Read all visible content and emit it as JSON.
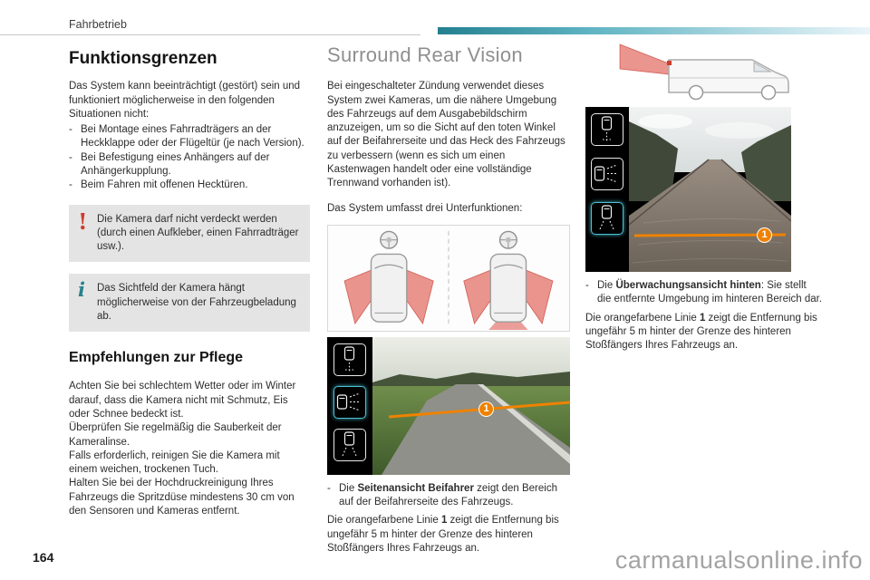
{
  "header": {
    "section": "Fahrbetrieb"
  },
  "footer": {
    "page_number": "164",
    "watermark": "carmanualsonline.info"
  },
  "glyphs": {
    "dash": "-"
  },
  "colors": {
    "accent_teal": "#23808f",
    "warning_red": "#cf3b2d",
    "info_teal": "#27808f",
    "tile_highlight_cyan": "#4cc2d4",
    "distance_line_orange": "#ef8200",
    "camera_zone_red": "#d52b1e"
  },
  "icons": {
    "view_tiles": [
      "rear-far-view-icon",
      "passenger-side-view-icon",
      "rear-near-view-icon"
    ]
  },
  "left": {
    "title": "Funktionsgrenzen",
    "intro": "Das System kann beeinträchtigt (gestört) sein und funktioniert möglicherweise in den folgenden Situationen nicht:",
    "bullets": [
      "Bei Montage eines Fahrradträgers an der Heckklappe oder der Flügeltür (je nach Version).",
      "Bei Befestigung eines Anhängers auf der Anhängerkupplung.",
      "Beim Fahren mit offenen Hecktüren."
    ],
    "warning_icon": "!",
    "warning_text": "Die Kamera darf nicht verdeckt werden (durch einen Aufkleber, einen Fahrradträger usw.).",
    "info_icon": "i",
    "info_text": "Das Sichtfeld der Kamera hängt möglicherweise von der Fahrzeugbeladung ab.",
    "care_title": "Empfehlungen zur Pflege",
    "care_paragraphs": [
      "Achten Sie bei schlechtem Wetter oder im Winter darauf, dass die Kamera nicht mit Schmutz, Eis oder Schnee bedeckt ist.",
      "Überprüfen Sie regelmäßig die Sauberkeit der Kameralinse.",
      "Falls erforderlich, reinigen Sie die Kamera mit einem weichen, trockenen Tuch.",
      "Halten Sie bei der Hochdruckreinigung Ihres Fahrzeugs die Spritzdüse mindestens 30 cm von den Sensoren und Kameras entfernt."
    ]
  },
  "middle": {
    "title": "Surround Rear Vision",
    "intro": "Bei eingeschalteter Zündung verwendet dieses System zwei Kameras, um die nähere Umgebung des Fahrzeugs auf dem Ausgabebildschirm anzuzeigen, um so die Sicht auf den toten Winkel auf der Beifahrerseite und das Heck des Fahrzeugs zu verbessern (wenn es sich um einen Kastenwagen handelt oder eine vollständige Trennwand vorhanden ist).",
    "subfunctions_line": "Das System umfasst drei Unterfunktionen:",
    "marker": "1",
    "caption": {
      "pre": "Die ",
      "bold": "Seitenansicht Beifahrer",
      "post": " zeigt den Bereich auf der Beifahrerseite des Fahrzeugs."
    },
    "note": {
      "pre": "Die orangefarbene Linie ",
      "bold": "1",
      "post": " zeigt die Entfernung bis ungefähr 5 m hinter der Grenze des hinteren Stoßfängers Ihres Fahrzeugs an."
    }
  },
  "right": {
    "marker": "1",
    "caption": {
      "pre": "Die ",
      "bold": "Überwachungsansicht hinten",
      "post": ": Sie stellt die entfernte Umgebung im hinteren Bereich dar."
    },
    "note": {
      "pre": "Die orangefarbene Linie ",
      "bold": "1",
      "post": " zeigt die Entfernung bis ungefähr 5 m hinter der Grenze des hinteren Stoßfängers Ihres Fahrzeugs an."
    }
  }
}
